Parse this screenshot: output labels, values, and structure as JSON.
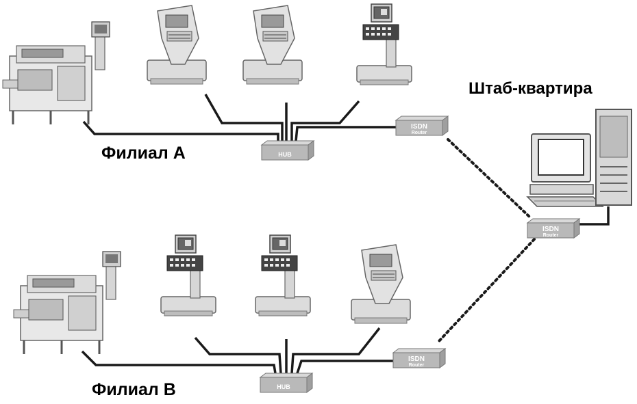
{
  "labels": {
    "headquarters": "Штаб-квартира",
    "branch_a": "Филиал A",
    "branch_b": "Филиал B"
  },
  "devices": {
    "isdn_top": "ISDN",
    "router_word": "Router",
    "hub_word": "HUB"
  },
  "colors": {
    "cable": "#1a1a1a",
    "device_body": "#e6e6e6",
    "device_shadow": "#a8a8a8",
    "box_fill": "#b9b9b9"
  },
  "icons": [
    "wrapping-machine-icon",
    "scale-icon",
    "pc-scale-icon",
    "hub-icon",
    "isdn-router-icon",
    "computer-icon",
    "server-tower-icon"
  ]
}
